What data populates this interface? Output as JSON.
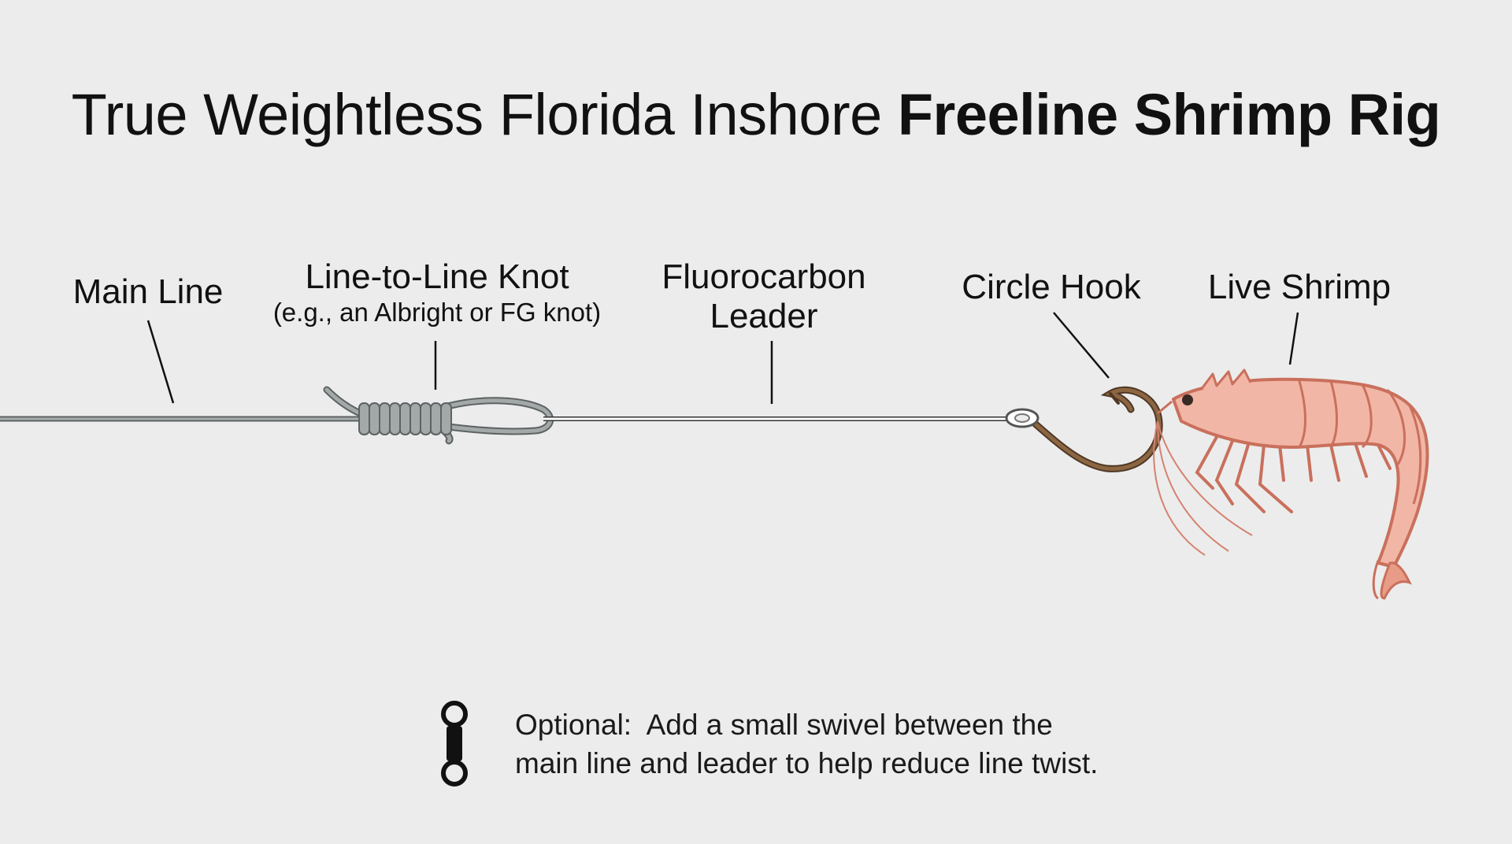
{
  "title": {
    "normal_part": "True Weightless Florida Inshore ",
    "bold_part": "Freeline Shrimp Rig"
  },
  "labels": {
    "main_line": "Main Line",
    "knot": "Line-to-Line Knot",
    "knot_sub": "(e.g., an Albright or FG knot)",
    "leader_line1": "Fluorocarbon",
    "leader_line2": "Leader",
    "hook": "Circle Hook",
    "shrimp": "Live Shrimp"
  },
  "note": {
    "line1": "Optional:  Add a small swivel between the",
    "line2": "main line and leader to help reduce line twist."
  },
  "icons": {
    "knot": "coiled-knot-icon",
    "hook": "circle-hook-icon",
    "shrimp": "shrimp-icon",
    "swivel": "swivel-icon"
  },
  "colors": {
    "background": "#ececec",
    "text": "#111111",
    "main_line": "#8e9494",
    "leader": "#ffffff",
    "hook": "#7a5a3a",
    "shrimp_body": "#f2b6a6",
    "shrimp_outline": "#c9705c"
  }
}
